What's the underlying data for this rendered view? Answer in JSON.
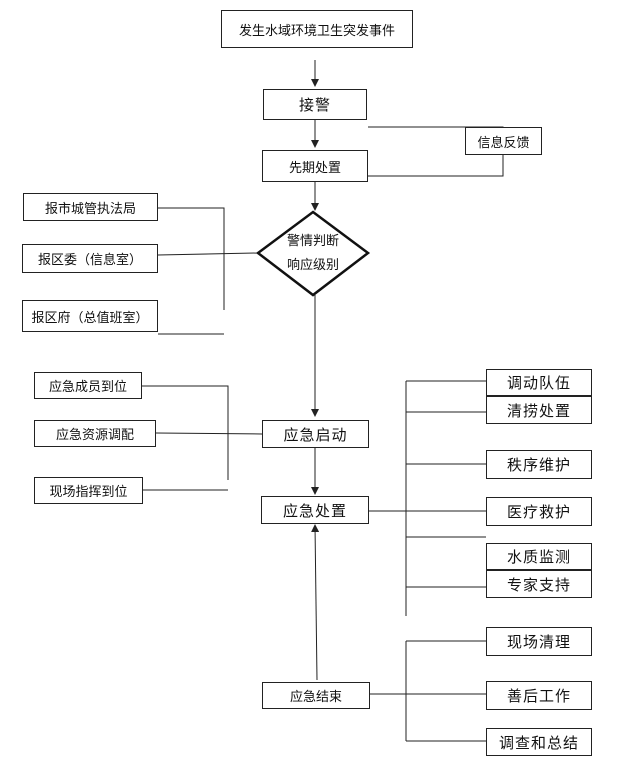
{
  "nodes": {
    "event": "发生水域环境卫生突发事件",
    "alarm": "接警",
    "feedback": "信息反馈",
    "initial": "先期处置",
    "decision_line1": "警情判断",
    "decision_line2": "响应级别",
    "report_city": "报市城管执法局",
    "report_district_committee": "报区委（信息室）",
    "report_district_gov": "报区府（总值班室）",
    "members_arrive": "应急成员到位",
    "resource_dispatch": "应急资源调配",
    "command_arrive": "现场指挥到位",
    "emergency_start": "应急启动",
    "emergency_handle": "应急处置",
    "emergency_end": "应急结束",
    "team_dispatch": "调动队伍",
    "salvage": "清捞处置",
    "order": "秩序维护",
    "medical": "医疗救护",
    "water_monitor": "水质监测",
    "expert": "专家支持",
    "site_clean": "现场清理",
    "aftermath": "善后工作",
    "investigation": "调查和总结"
  }
}
